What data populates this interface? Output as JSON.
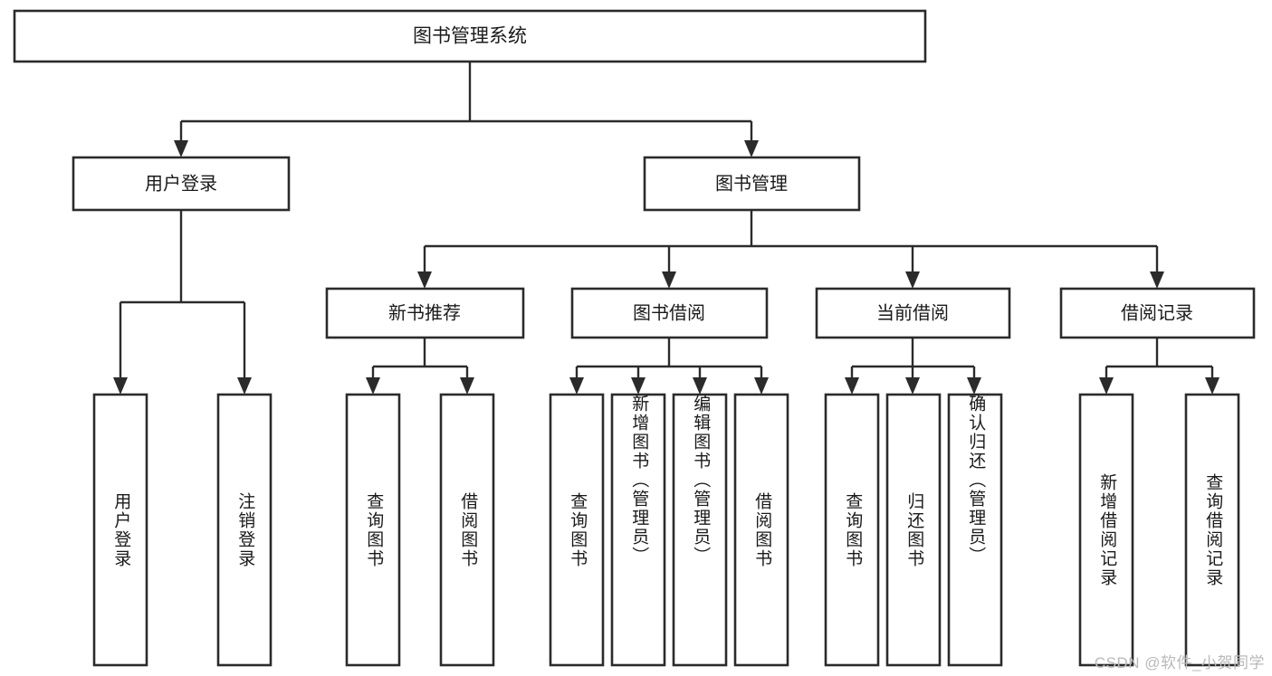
{
  "diagram": {
    "type": "tree",
    "title": "图书管理系统",
    "orientation": "top-down",
    "colors": {
      "box_stroke": "#2b2b2b",
      "box_fill": "#ffffff",
      "connector": "#2b2b2b",
      "text": "#1a1a1a",
      "background": "#ffffff",
      "watermark": "#b9b9b9"
    },
    "root": {
      "label": "图书管理系统"
    },
    "level2": [
      {
        "label": "用户登录"
      },
      {
        "label": "图书管理"
      }
    ],
    "level3": [
      {
        "label": "新书推荐"
      },
      {
        "label": "图书借阅"
      },
      {
        "label": "当前借阅"
      },
      {
        "label": "借阅记录"
      }
    ],
    "leaves": {
      "user_login": [
        {
          "label": "用户登录"
        },
        {
          "label": "注销登录"
        }
      ],
      "new_book_recommend": [
        {
          "label": "查询图书"
        },
        {
          "label": "借阅图书"
        }
      ],
      "book_borrow": [
        {
          "label": "查询图书"
        },
        {
          "label": "新增图书（管理员）"
        },
        {
          "label": "编辑图书（管理员）"
        },
        {
          "label": "借阅图书"
        }
      ],
      "current_borrow": [
        {
          "label": "查询图书"
        },
        {
          "label": "归还图书"
        },
        {
          "label": "确认归还（管理员）"
        }
      ],
      "borrow_record": [
        {
          "label": "新增借阅记录"
        },
        {
          "label": "查询借阅记录"
        }
      ]
    }
  },
  "watermark": {
    "text": "CSDN @软件_小贺同学"
  }
}
